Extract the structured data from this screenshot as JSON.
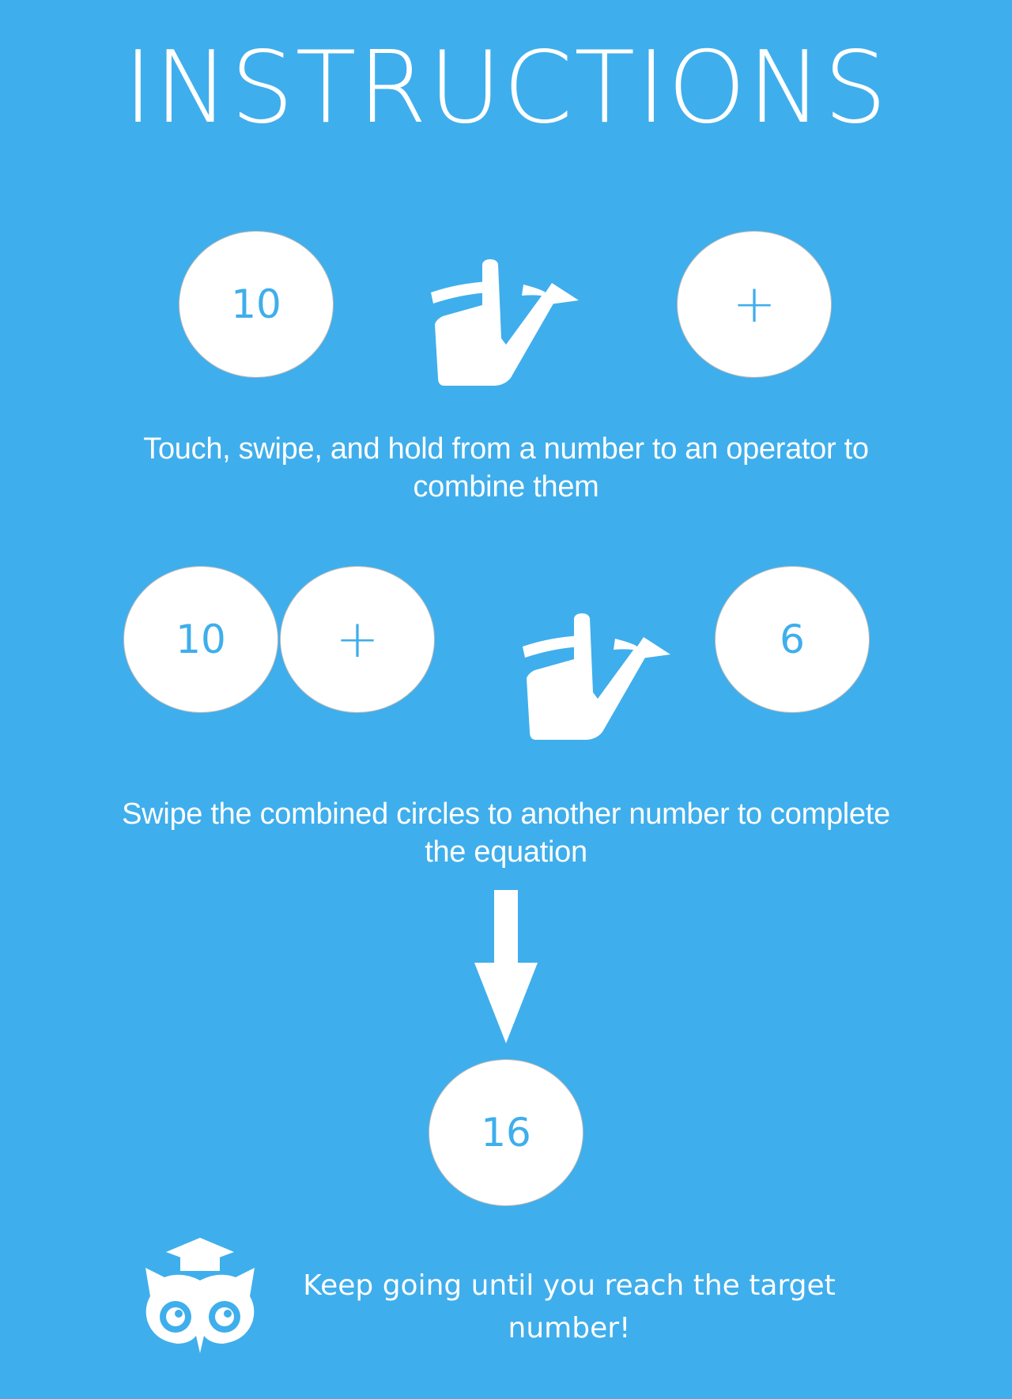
{
  "page": {
    "title": "INSTRUCTIONS",
    "background_color": "#3FAEEC",
    "accent_color": "#3FAEEC"
  },
  "step1": {
    "number": "10",
    "operator": "+",
    "gesture_icon": "swipe-hand-icon",
    "caption": "Touch, swipe, and hold from a number to an operator to combine them"
  },
  "step2": {
    "number": "10",
    "operator": "+",
    "target": "6",
    "gesture_icon": "swipe-hand-icon",
    "caption": "Swipe the combined circles to another number to complete the equation"
  },
  "step3": {
    "arrow_icon": "arrow-down-icon",
    "result": "16"
  },
  "footer": {
    "logo_icon": "owl-graduate-icon",
    "text": "Keep going until you reach the target number!"
  }
}
